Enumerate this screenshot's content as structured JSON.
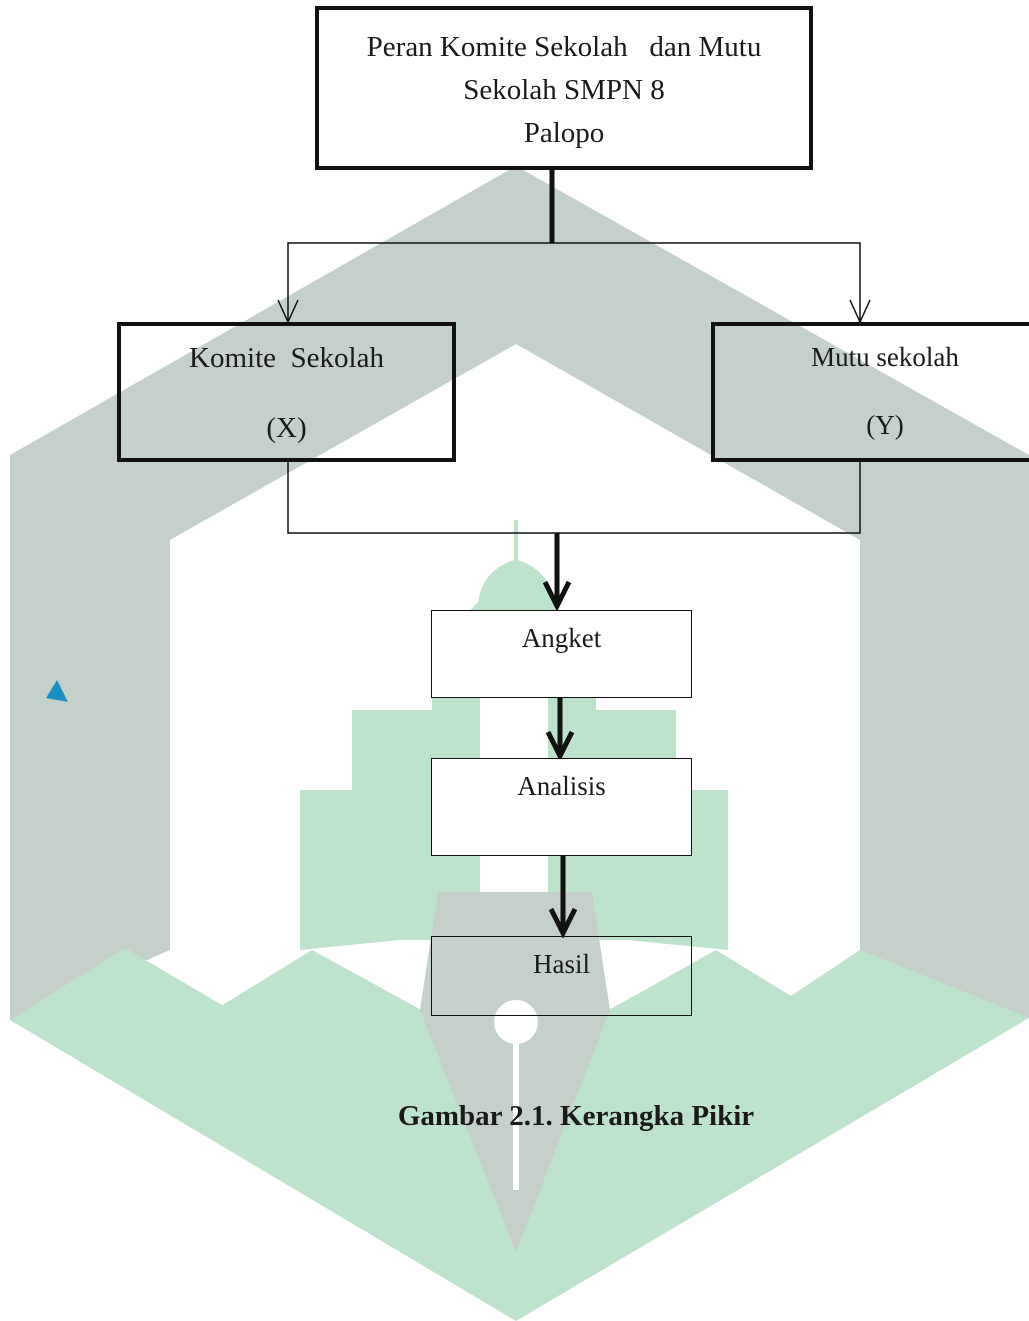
{
  "title_box": {
    "lines": [
      "Peran Komite Sekolah   dan Mutu",
      "Sekolah SMPN 8",
      "Palopo"
    ]
  },
  "variable_x": {
    "name": "Komite  Sekolah",
    "symbol": "(X)"
  },
  "variable_y": {
    "name": "Mutu sekolah",
    "symbol": "(Y)"
  },
  "steps": [
    "Angket",
    "Analisis",
    "Hasil"
  ],
  "caption": "Gambar 2.1. Kerangka Pikir",
  "watermark": {
    "gray": "#c6d0cb",
    "green": "#bde3cc"
  },
  "marker_color": "#1a8fc0"
}
